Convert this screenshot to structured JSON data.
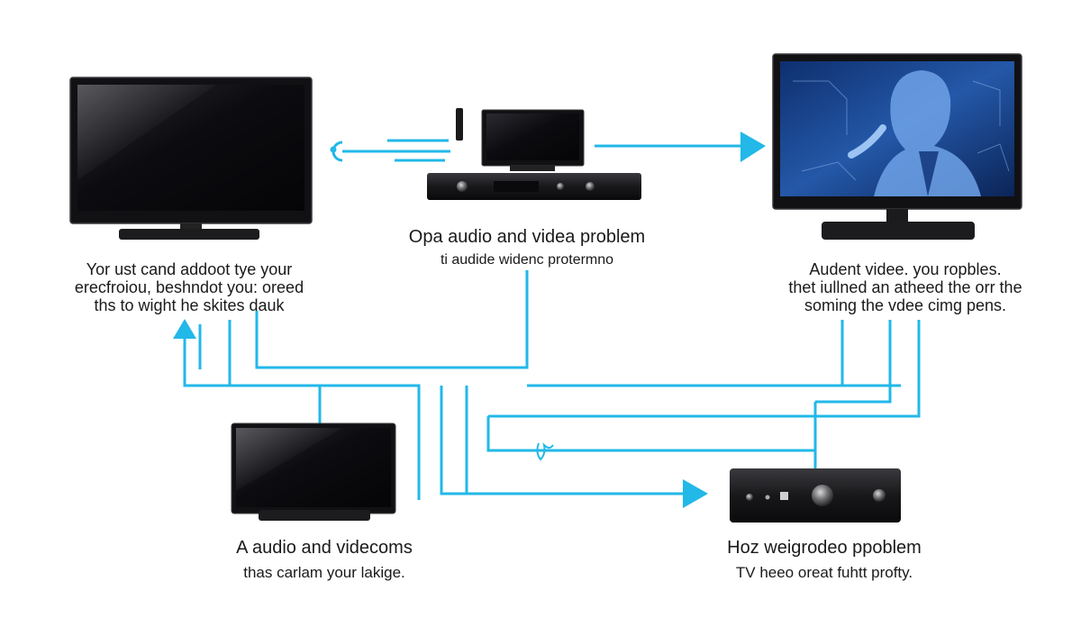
{
  "colors": {
    "connector": "#22b8e8",
    "device_body": "#1b1b1d",
    "screen_dark": "#0d0d10",
    "screen_video": "#1f4f9a"
  },
  "nodes": {
    "tv_top_left": {
      "lines": [
        "Yor ust cand addoot tye your",
        "erecfroiou, beshndot you: oreed",
        "ths to wight he skites dauk"
      ]
    },
    "player_top_center": {
      "title": "Opa audio and videa problem",
      "subtitle": "ti audide widenc protermno"
    },
    "tv_top_right": {
      "lines": [
        "Audent videe. you ropbles.",
        "thet iullned an atheed the orr the",
        "soming the vdee cimg pens."
      ]
    },
    "tv_bottom_left": {
      "title": "A audio and videcoms",
      "subtitle": "thas carlam your lakige."
    },
    "receiver_bottom_right": {
      "title": "Hoz weigrodeo ppoblem",
      "subtitle": "TV heeo oreat fuhtt profty."
    }
  }
}
